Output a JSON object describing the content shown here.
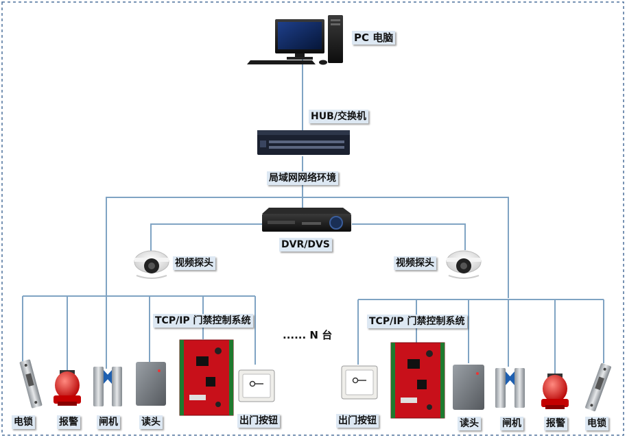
{
  "colors": {
    "line": "#7fa3c3",
    "border": "#4a6e9a",
    "label_bg": "#dde8f3"
  },
  "nodes": {
    "pc": "PC 电脑",
    "hub": "HUB/交换机",
    "lan": "局域网网络环境",
    "dvr": "DVR/DVS",
    "camera_left": "视频探头",
    "camera_right": "视频探头",
    "controller_left": "TCP/IP 门禁控制系统",
    "controller_right": "TCP/IP 门禁控制系统",
    "n_units": "...... N 台"
  },
  "left_devices": [
    "电锁",
    "报警",
    "闸机",
    "读头",
    "出门按钮"
  ],
  "right_devices": [
    "出门按钮",
    "读头",
    "闸机",
    "报警",
    "电锁"
  ],
  "icons": {
    "pc": "desktop-computer-icon",
    "hub": "network-switch-icon",
    "dvr": "dvr-recorder-icon",
    "camera": "dome-camera-icon",
    "controller": "circuit-board-icon",
    "electric_lock": "electric-lock-icon",
    "alarm": "alarm-siren-icon",
    "turnstile": "turnstile-gate-icon",
    "card_reader": "card-reader-icon",
    "exit_button": "exit-button-icon"
  }
}
